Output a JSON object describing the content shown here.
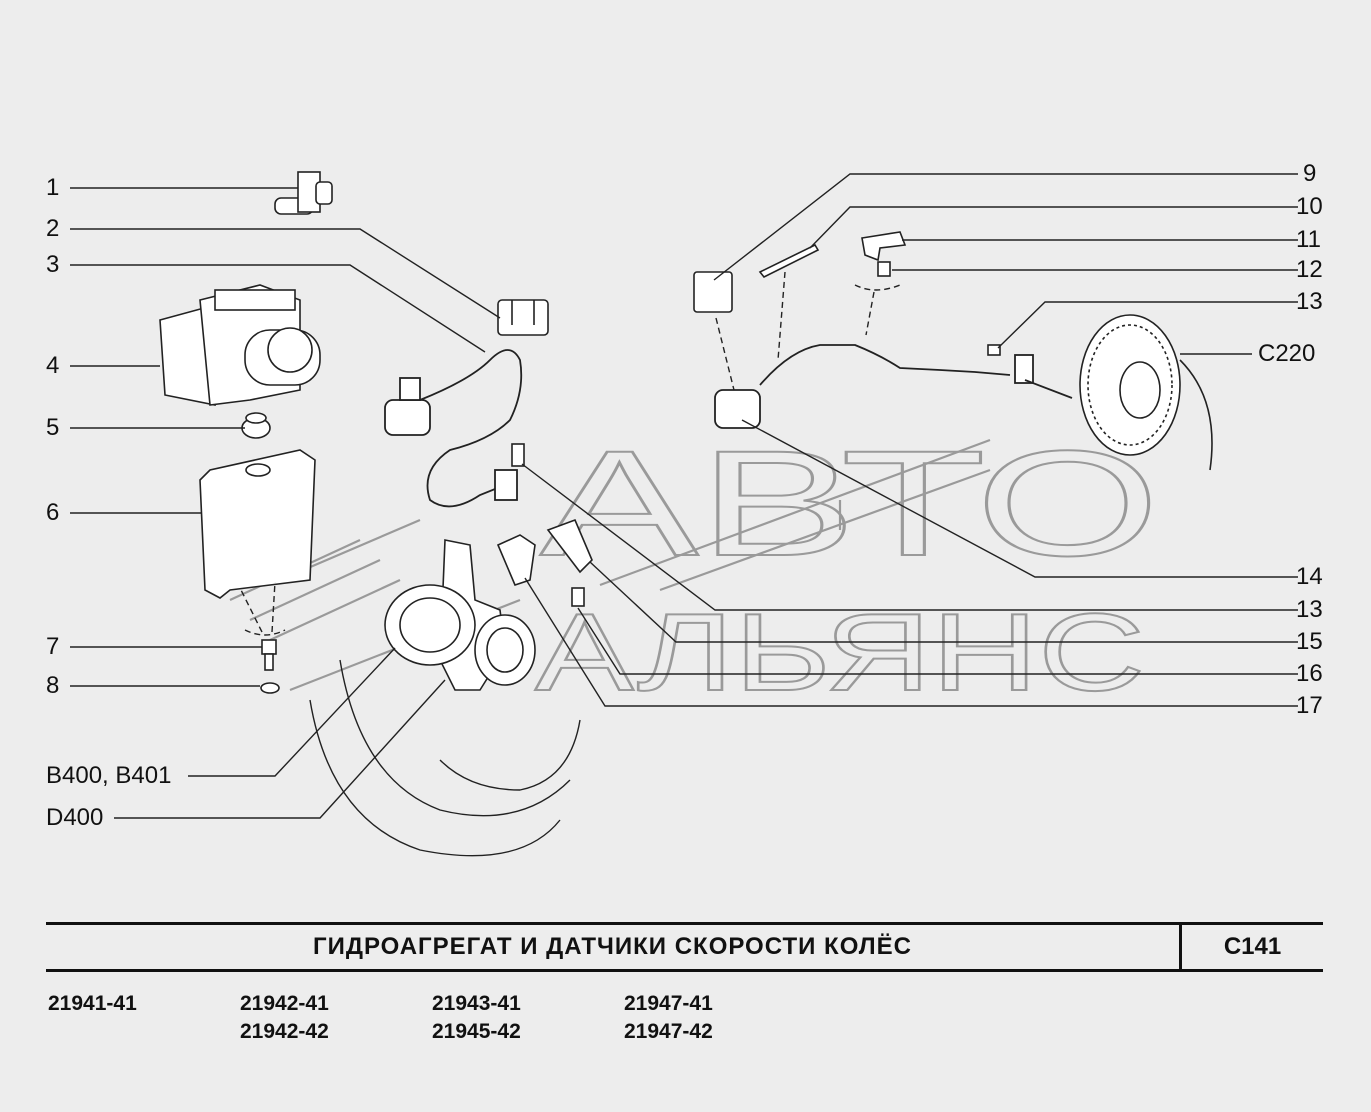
{
  "diagram": {
    "callouts_left": [
      "1",
      "2",
      "3",
      "4",
      "5",
      "6",
      "7",
      "8",
      "B400, B401",
      "D400"
    ],
    "callouts_right": [
      "9",
      "10",
      "11",
      "12",
      "13",
      "C220",
      "14",
      "13",
      "15",
      "16",
      "17"
    ],
    "watermark": {
      "line1": "АВТО",
      "line2": "АЛЬЯНС"
    }
  },
  "title_block": {
    "title": "ГИДРОАГРЕГАТ  И  ДАТЧИКИ  СКОРОСТИ  КОЛЁС",
    "code": "С141"
  },
  "models": [
    [
      "21941-41"
    ],
    [
      "21942-41",
      "21942-42"
    ],
    [
      "21943-41",
      "21945-42"
    ],
    [
      "21947-41",
      "21947-42"
    ]
  ]
}
